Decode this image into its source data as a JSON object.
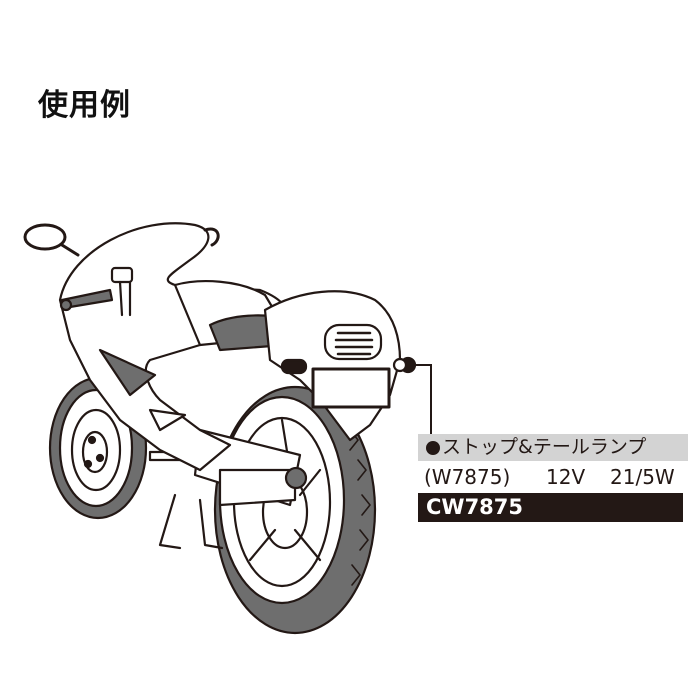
{
  "heading": "使用例",
  "illustration": {
    "subject": "motorcycle-rear-view",
    "callout_target": "tail-lamp"
  },
  "callout": {
    "category": "ストップ&テールランプ",
    "bulb_code": "(W7875)",
    "voltage": "12V",
    "wattage": "21/5W",
    "product_code": "CW7875"
  },
  "colors": {
    "ink": "#231815",
    "label_gray": "#d3d3d3",
    "shade": "#6e6e6e"
  }
}
